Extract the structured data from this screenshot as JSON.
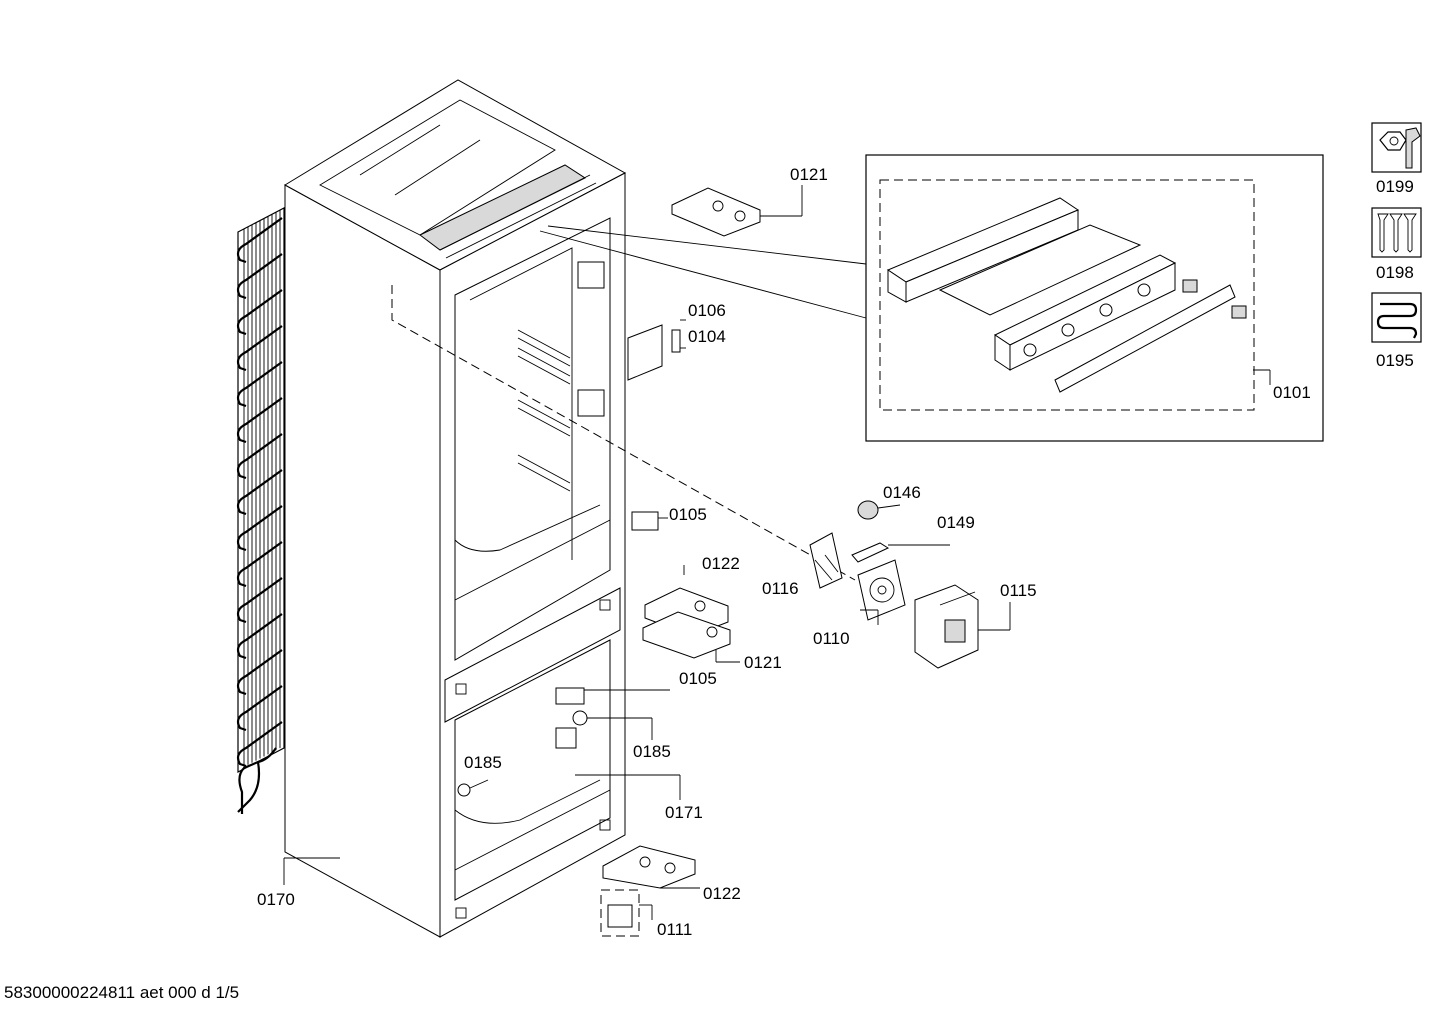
{
  "document_id": "58300000224811 aet 000 d 1/5",
  "callouts": {
    "c0121_top": "0121",
    "c0106": "0106",
    "c0104": "0104",
    "c0101": "0101",
    "c0146": "0146",
    "c0149": "0149",
    "c0105_mid": "0105",
    "c0122_mid": "0122",
    "c0116": "0116",
    "c0115": "0115",
    "c0110": "0110",
    "c0121_mid": "0121",
    "c0105_low": "0105",
    "c0185_right": "0185",
    "c0185_left": "0185",
    "c0171": "0171",
    "c0170": "0170",
    "c0122_low": "0122",
    "c0111": "0111"
  },
  "service_icons": [
    {
      "code": "0199",
      "icon": "nut-and-wrench-icon"
    },
    {
      "code": "0198",
      "icon": "screws-icon"
    },
    {
      "code": "0195",
      "icon": "heating-coil-icon"
    }
  ]
}
